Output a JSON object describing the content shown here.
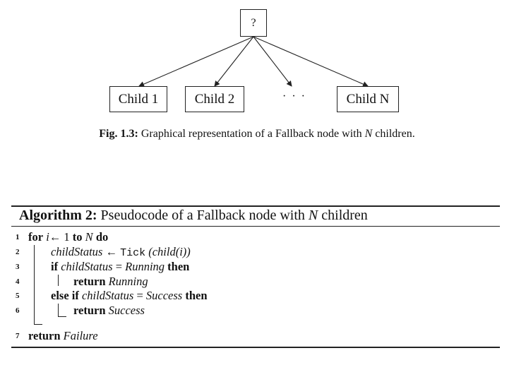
{
  "figure": {
    "root_label": "?",
    "children": [
      "Child 1",
      "Child 2",
      "Child N"
    ],
    "ellipsis": "· · ·",
    "caption": {
      "label": "Fig. 1.3:",
      "text_before": "Graphical representation of a Fallback node with",
      "var": "N",
      "text_after": "children."
    }
  },
  "algorithm": {
    "label": "Algorithm 2:",
    "title_before": "Pseudocode of a Fallback node with",
    "title_var": "N",
    "title_after": "children",
    "line_numbers": [
      "1",
      "2",
      "3",
      "4",
      "5",
      "6",
      "7"
    ],
    "lines": {
      "l1": {
        "kw_for": "for",
        "var_i": "i",
        "arrow": "←",
        "one": "1",
        "kw_to": "to",
        "var_n": "N",
        "kw_do": "do"
      },
      "l2": {
        "lhs": "childStatus",
        "arrow": "←",
        "func": "Tick",
        "arg": "(child(i))"
      },
      "l3": {
        "kw_if": "if",
        "lhs": "childStatus",
        "eq": "=",
        "rhs": "Running",
        "kw_then": "then"
      },
      "l4": {
        "kw_return": "return",
        "val": "Running"
      },
      "l5": {
        "kw_elseif": "else if",
        "lhs": "childStatus",
        "eq": "=",
        "rhs": "Success",
        "kw_then": "then"
      },
      "l6": {
        "kw_return": "return",
        "val": "Success"
      },
      "l7": {
        "kw_return": "return",
        "val": "Failure"
      }
    }
  }
}
